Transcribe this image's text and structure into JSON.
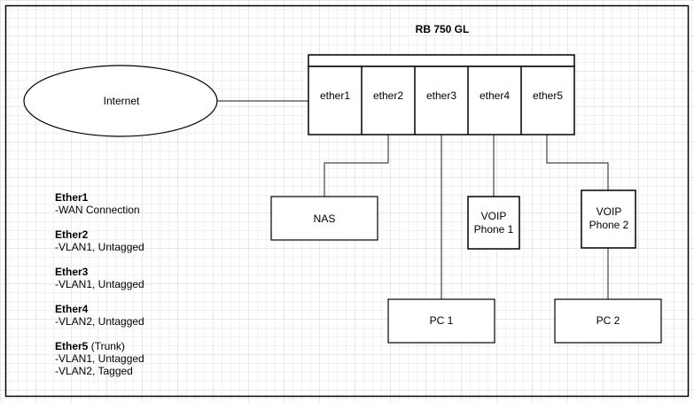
{
  "title": "RB 750 GL",
  "internet_label": "Internet",
  "ports": [
    "ether1",
    "ether2",
    "ether3",
    "ether4",
    "ether5"
  ],
  "devices": {
    "nas": "NAS",
    "voip1": [
      "VOIP",
      "Phone 1"
    ],
    "voip2": [
      "VOIP",
      "Phone 2"
    ],
    "pc1": "PC 1",
    "pc2": "PC 2"
  },
  "notes": [
    {
      "heading": "Ether1",
      "suffix": "",
      "lines": [
        "-WAN Connection"
      ]
    },
    {
      "heading": "Ether2",
      "suffix": "",
      "lines": [
        "-VLAN1, Untagged"
      ]
    },
    {
      "heading": "Ether3",
      "suffix": "",
      "lines": [
        "-VLAN1, Untagged"
      ]
    },
    {
      "heading": "Ether4",
      "suffix": "",
      "lines": [
        "-VLAN2, Untagged"
      ]
    },
    {
      "heading": "Ether5",
      "suffix": " (Trunk)",
      "lines": [
        "-VLAN1, Untagged",
        "-VLAN2, Tagged"
      ]
    }
  ],
  "colors": {
    "grid_minor": "#e6e6e6",
    "grid_major": "#d2d2d2",
    "stroke": "#000000",
    "line": "#444444"
  }
}
